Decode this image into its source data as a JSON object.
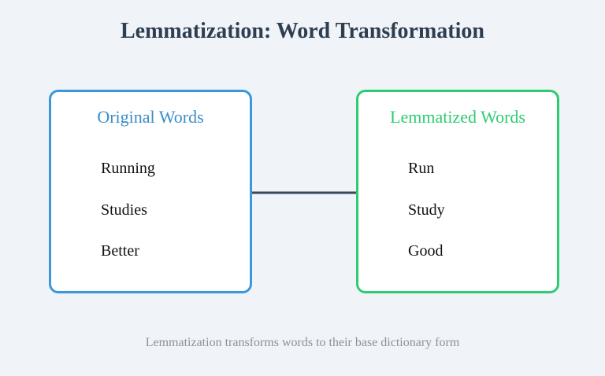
{
  "title": "Lemmatization: Word Transformation",
  "left_box": {
    "title": "Original Words",
    "border_color": "#3b98db",
    "words": [
      "Running",
      "Studies",
      "Better"
    ]
  },
  "right_box": {
    "title": "Lemmatized Words",
    "border_color": "#2ecc71",
    "words": [
      "Run",
      "Study",
      "Good"
    ]
  },
  "arrow": {
    "color": "#34495e",
    "icon": "arrow-right-icon"
  },
  "caption": "Lemmatization transforms words to their base dictionary form"
}
